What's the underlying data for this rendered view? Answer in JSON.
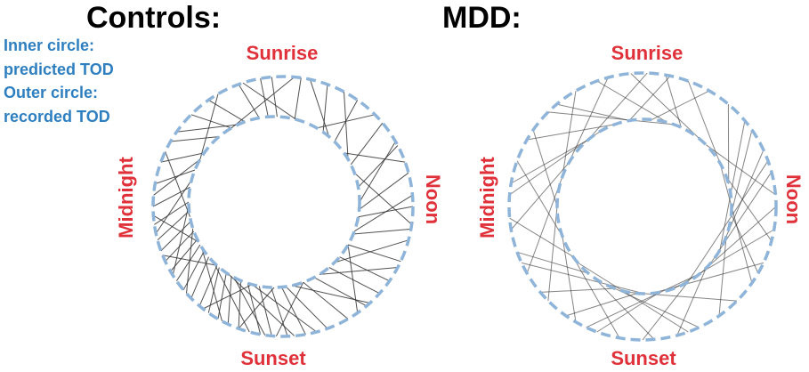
{
  "titles": {
    "controls": "Controls:",
    "mdd": "MDD:"
  },
  "legend": [
    "Inner circle:",
    "predicted TOD",
    "Outer circle:",
    "recorded TOD"
  ],
  "labels": {
    "sunrise": "Sunrise",
    "noon": "Noon",
    "sunset": "Sunset",
    "midnight": "Midnight"
  },
  "colors": {
    "circle": "#8fb4d9",
    "label": "#e0313a",
    "legend": "#2e7fc0",
    "line": "#333333"
  },
  "links": {
    "controls": [
      [
        8,
        14
      ],
      [
        20,
        35
      ],
      [
        35,
        45
      ],
      [
        50,
        64
      ],
      [
        62,
        80
      ],
      [
        75,
        95
      ],
      [
        90,
        100
      ],
      [
        100,
        112
      ],
      [
        115,
        120
      ],
      [
        125,
        130
      ],
      [
        132,
        140
      ],
      [
        140,
        152
      ],
      [
        150,
        160
      ],
      [
        160,
        172
      ],
      [
        170,
        175
      ],
      [
        178,
        182
      ],
      [
        185,
        190
      ],
      [
        190,
        198
      ],
      [
        200,
        203
      ],
      [
        205,
        210
      ],
      [
        210,
        214
      ],
      [
        215,
        220
      ],
      [
        220,
        222
      ],
      [
        225,
        230
      ],
      [
        230,
        235
      ],
      [
        235,
        240
      ],
      [
        240,
        244
      ],
      [
        245,
        250
      ],
      [
        250,
        257
      ],
      [
        255,
        264
      ],
      [
        262,
        270
      ],
      [
        270,
        280
      ],
      [
        280,
        292
      ],
      [
        290,
        305
      ],
      [
        300,
        320
      ],
      [
        315,
        330
      ],
      [
        325,
        340
      ],
      [
        340,
        350
      ],
      [
        350,
        356
      ],
      [
        355,
        2
      ],
      [
        12,
        40
      ],
      [
        28,
        60
      ],
      [
        45,
        30
      ],
      [
        70,
        55
      ],
      [
        85,
        110
      ],
      [
        105,
        135
      ],
      [
        118,
        148
      ],
      [
        138,
        168
      ],
      [
        145,
        120
      ],
      [
        165,
        195
      ],
      [
        175,
        212
      ],
      [
        183,
        160
      ],
      [
        195,
        225
      ],
      [
        208,
        238
      ],
      [
        218,
        195
      ],
      [
        228,
        252
      ],
      [
        238,
        268
      ],
      [
        248,
        222
      ],
      [
        258,
        285
      ],
      [
        266,
        242
      ],
      [
        275,
        300
      ],
      [
        295,
        260
      ],
      [
        305,
        335
      ],
      [
        330,
        300
      ],
      [
        342,
        15
      ],
      [
        5,
        330
      ],
      [
        60,
        90
      ],
      [
        98,
        70
      ],
      [
        188,
        208
      ],
      [
        200,
        180
      ]
    ],
    "mdd": [
      [
        10,
        25
      ],
      [
        20,
        60
      ],
      [
        30,
        5
      ],
      [
        40,
        75
      ],
      [
        55,
        95
      ],
      [
        65,
        110
      ],
      [
        75,
        130
      ],
      [
        85,
        45
      ],
      [
        90,
        140
      ],
      [
        100,
        160
      ],
      [
        105,
        70
      ],
      [
        115,
        175
      ],
      [
        120,
        95
      ],
      [
        135,
        190
      ],
      [
        145,
        110
      ],
      [
        155,
        200
      ],
      [
        165,
        135
      ],
      [
        175,
        215
      ],
      [
        180,
        150
      ],
      [
        190,
        235
      ],
      [
        200,
        170
      ],
      [
        210,
        250
      ],
      [
        215,
        185
      ],
      [
        225,
        270
      ],
      [
        230,
        200
      ],
      [
        240,
        290
      ],
      [
        250,
        220
      ],
      [
        260,
        300
      ],
      [
        265,
        235
      ],
      [
        280,
        320
      ],
      [
        290,
        250
      ],
      [
        300,
        340
      ],
      [
        305,
        270
      ],
      [
        320,
        350
      ],
      [
        330,
        290
      ],
      [
        340,
        15
      ],
      [
        345,
        300
      ],
      [
        355,
        40
      ],
      [
        2,
        320
      ],
      [
        12,
        350
      ],
      [
        50,
        120
      ],
      [
        70,
        150
      ],
      [
        125,
        60
      ],
      [
        160,
        230
      ],
      [
        205,
        140
      ],
      [
        245,
        180
      ],
      [
        275,
        330
      ],
      [
        315,
        20
      ]
    ]
  }
}
